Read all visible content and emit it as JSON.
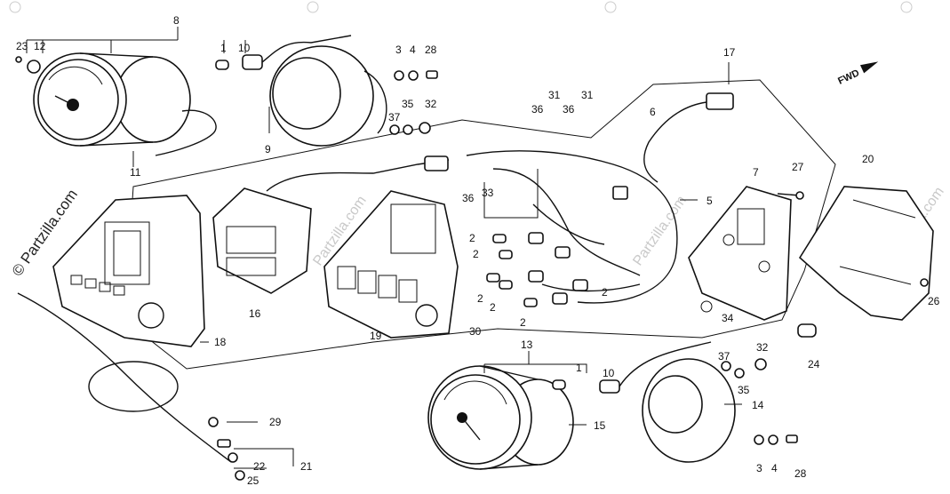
{
  "watermark": {
    "text": "© Partzilla.com",
    "faint": "Partzilla.com",
    "copyright": "©"
  },
  "direction_label": "FWD",
  "callouts": {
    "c1": "1",
    "c2": "2",
    "c3": "3",
    "c4": "4",
    "c5": "5",
    "c6": "6",
    "c7": "7",
    "c8": "8",
    "c9": "9",
    "c10": "10",
    "c11": "11",
    "c12": "12",
    "c13": "13",
    "c14": "14",
    "c15": "15",
    "c16": "16",
    "c17": "17",
    "c18": "18",
    "c19": "19",
    "c20": "20",
    "c21": "21",
    "c22": "22",
    "c23": "23",
    "c24": "24",
    "c25": "25",
    "c26": "26",
    "c27": "27",
    "c28": "28",
    "c29": "29",
    "c30": "30",
    "c31": "31",
    "c32": "32",
    "c33": "33",
    "c34": "34",
    "c35": "35",
    "c36": "36",
    "c37": "37"
  },
  "colors": {
    "line": "#111111",
    "watermark": "#c9c9c9",
    "background": "#ffffff"
  }
}
